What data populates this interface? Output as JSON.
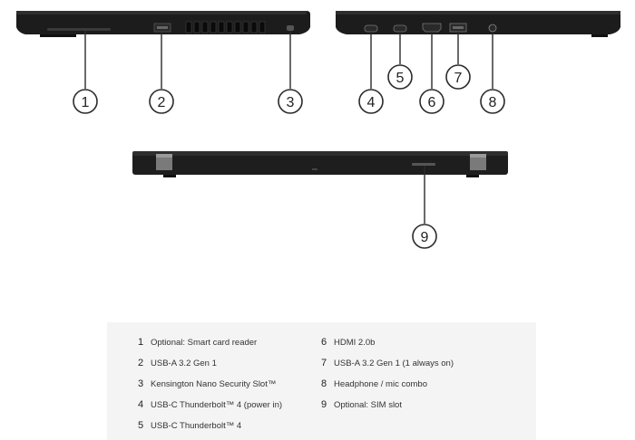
{
  "callouts": [
    "1",
    "2",
    "3",
    "4",
    "5",
    "6",
    "7",
    "8",
    "9"
  ],
  "legend": [
    {
      "num": "1",
      "text": "Optional: Smart card reader"
    },
    {
      "num": "2",
      "text": "USB-A 3.2 Gen 1"
    },
    {
      "num": "3",
      "text": "Kensington Nano Security Slot™"
    },
    {
      "num": "4",
      "text": "USB-C Thunderbolt™ 4 (power in)"
    },
    {
      "num": "5",
      "text": "USB-C Thunderbolt™ 4"
    },
    {
      "num": "6",
      "text": "HDMI 2.0b"
    },
    {
      "num": "7",
      "text": "USB-A 3.2 Gen 1 (1 always on)"
    },
    {
      "num": "8",
      "text": "Headphone / mic combo"
    },
    {
      "num": "9",
      "text": "Optional: SIM slot"
    }
  ]
}
